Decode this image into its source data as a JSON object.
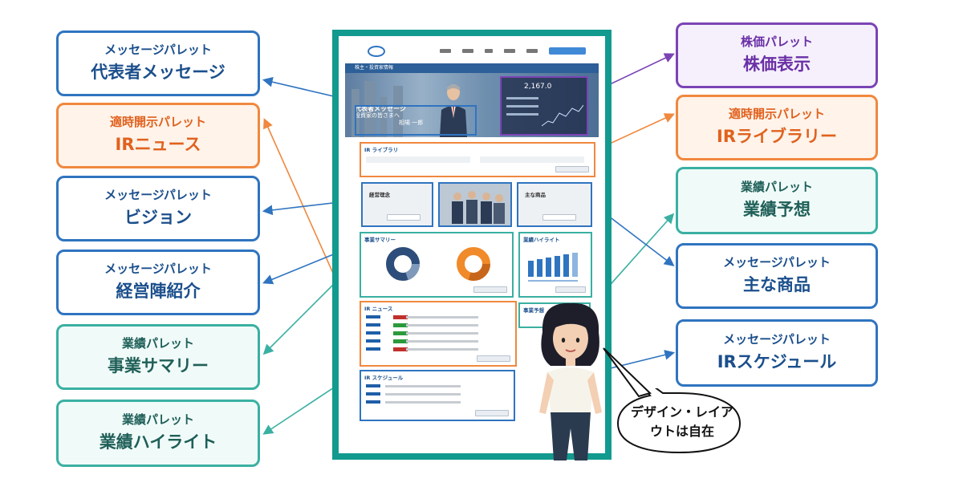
{
  "labels": {
    "left": [
      {
        "sub": "メッセージパレット",
        "main": "代表者メッセージ",
        "style": "blue"
      },
      {
        "sub": "適時開示パレット",
        "main": "IRニュース",
        "style": "orange"
      },
      {
        "sub": "メッセージパレット",
        "main": "ビジョン",
        "style": "blue"
      },
      {
        "sub": "メッセージパレット",
        "main": "経営陣紹介",
        "style": "blue"
      },
      {
        "sub": "業績パレット",
        "main": "事業サマリー",
        "style": "teal"
      },
      {
        "sub": "業績パレット",
        "main": "業績ハイライト",
        "style": "teal"
      }
    ],
    "right": [
      {
        "sub": "株価パレット",
        "main": "株価表示",
        "style": "purple"
      },
      {
        "sub": "適時開示パレット",
        "main": "IRライブラリー",
        "style": "orange"
      },
      {
        "sub": "業績パレット",
        "main": "業績予想",
        "style": "teal"
      },
      {
        "sub": "メッセージパレット",
        "main": "主な商品",
        "style": "blue"
      },
      {
        "sub": "メッセージパレット",
        "main": "IRスケジュール",
        "style": "blue"
      }
    ]
  },
  "mockup": {
    "breadcrumb": "株主・投資家情報",
    "hero_title": "代表者メッセージ",
    "hero_sub": "投資家の皆さまへ",
    "hero_name": "相場 一郎",
    "stock_price": "2,167.0",
    "sections": {
      "ir_library": "IR ライブラリ",
      "philosophy": "経営理念",
      "products": "主な商品",
      "summary": "事業サマリー",
      "highlight": "業績ハイライト",
      "ir_news": "IR ニュース",
      "forecast": "事業予想",
      "schedule": "IR スケジュール"
    }
  },
  "speech_bubble": "デザイン・レイアウトは自在",
  "colors": {
    "blue": "#2f74c0",
    "orange": "#f0883e",
    "teal": "#3ab0a2",
    "purple": "#7b44b5",
    "frame": "#139a8f"
  }
}
